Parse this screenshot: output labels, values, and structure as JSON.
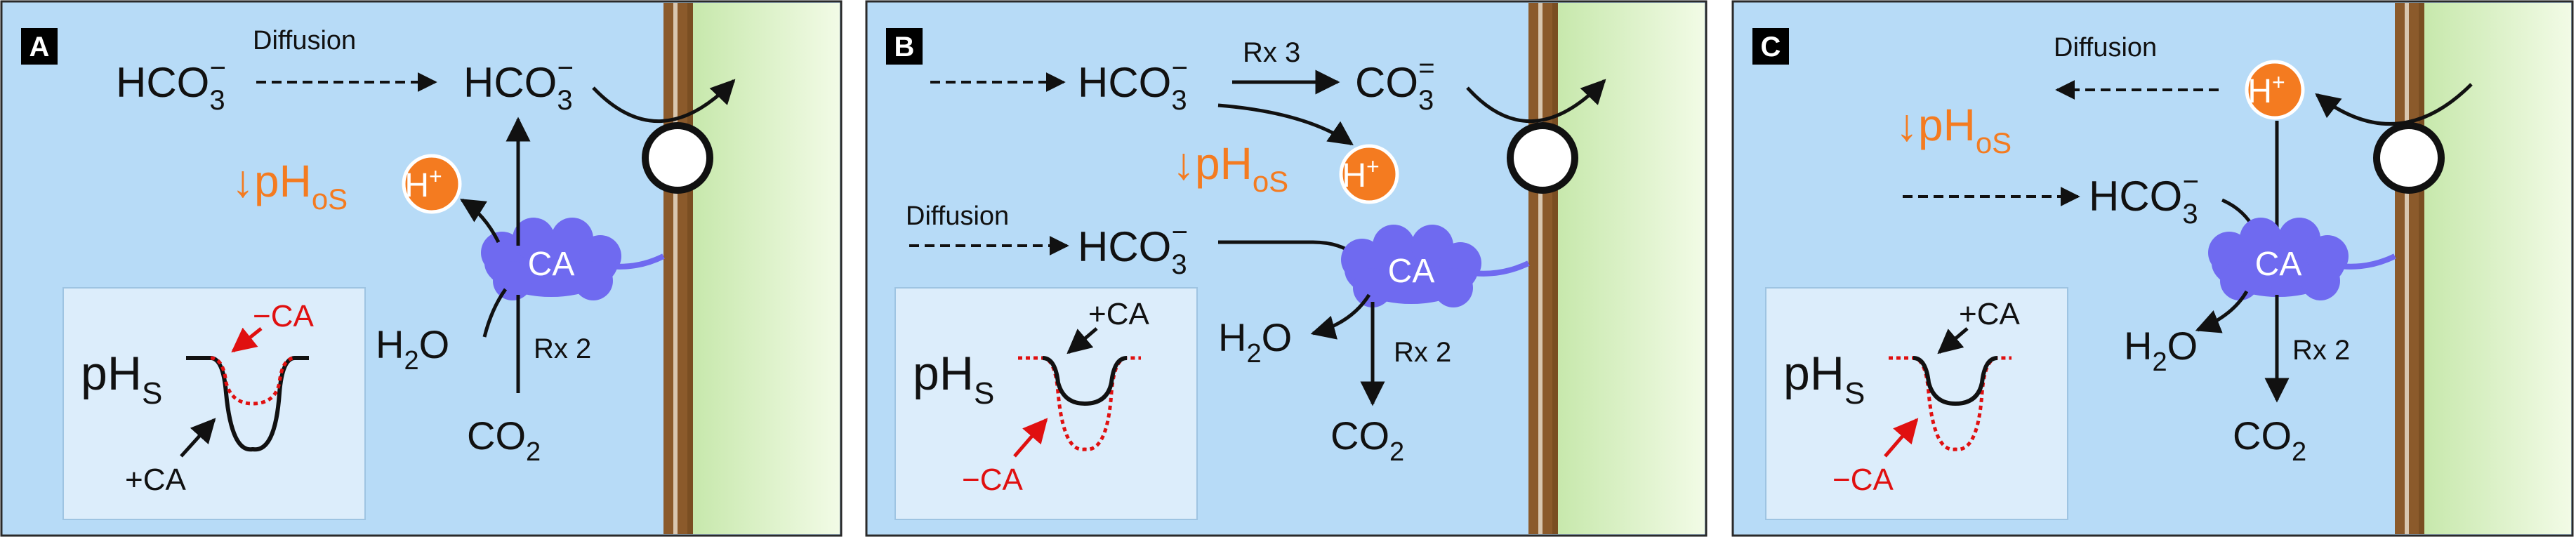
{
  "colors": {
    "extracellular": "#b7dbf7",
    "intracellular_light": "#f2fbe6",
    "intracellular_dark": "#c7e8ac",
    "membrane": "#8b5a2b",
    "ca_enzyme": "#6f6af0",
    "proton": "#f47b20",
    "minus_ca_curve": "#e01010",
    "plus_ca_curve": "#111111",
    "inset_bg": "#dcedfb"
  },
  "species": {
    "bicarbonate": {
      "base": "HCO",
      "sub": "3",
      "sup": "−"
    },
    "carbonate": {
      "base": "CO",
      "sub": "3",
      "sup": "="
    },
    "co2": {
      "base": "CO",
      "sub": "2"
    },
    "h2o": {
      "base": "H",
      "sub": "2",
      "tail": "O"
    },
    "proton": {
      "base": "H",
      "sup": "+"
    },
    "ph_os": {
      "arrow": "↓",
      "base": "pH",
      "sub": "oS"
    },
    "ph_s": {
      "base": "pH",
      "sub": "S"
    }
  },
  "labels": {
    "diffusion": "Diffusion",
    "rx2": "Rx 2",
    "rx3": "Rx 3",
    "ca": "CA",
    "minus_ca": "−CA",
    "plus_ca": "+CA"
  },
  "panels": [
    {
      "id": "A",
      "label": "A"
    },
    {
      "id": "B",
      "label": "B"
    },
    {
      "id": "C",
      "label": "C"
    }
  ]
}
